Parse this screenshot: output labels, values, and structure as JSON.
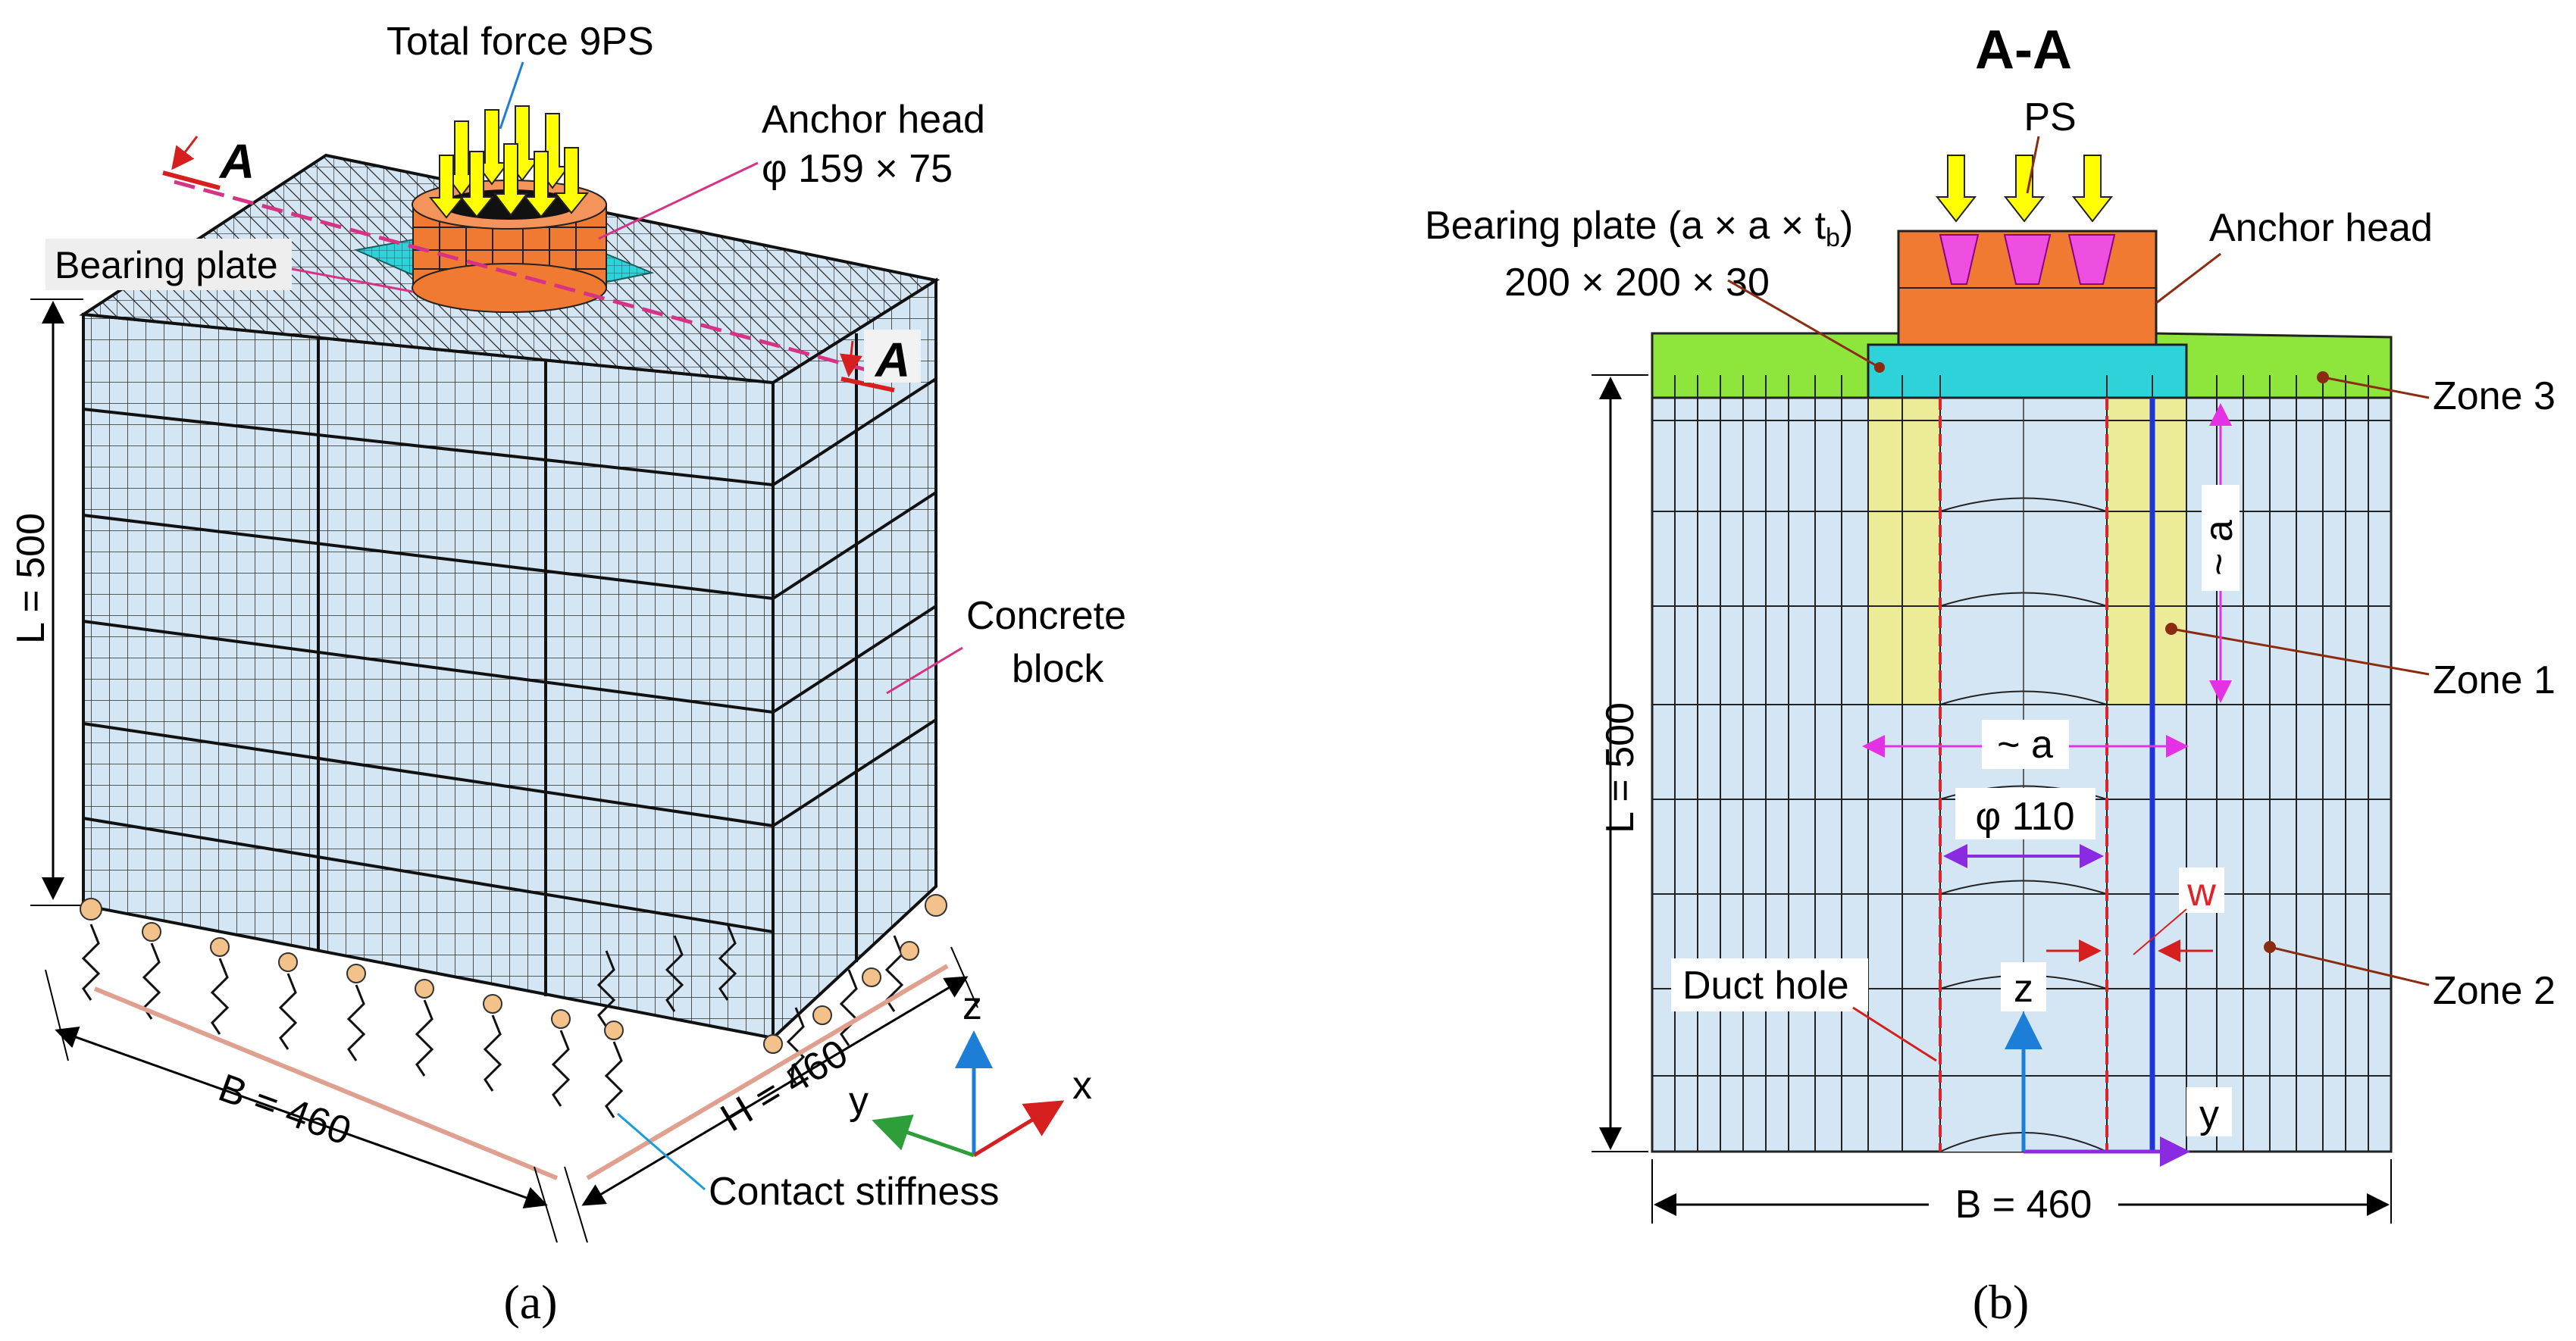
{
  "panel_a": {
    "caption": "(a)",
    "section_marker": "A",
    "labels": {
      "total_force": "Total force 9PS",
      "anchor_head": "Anchor head",
      "anchor_head_dim": "φ 159 × 75",
      "bearing_plate": "Bearing plate",
      "concrete_block_1": "Concrete",
      "concrete_block_2": "block",
      "length": "L = 500",
      "width_b": "B = 460",
      "height_h": "H = 460",
      "contact_stiffness": "Contact stiffness",
      "axis_x": "x",
      "axis_y": "y",
      "axis_z": "z"
    }
  },
  "panel_b": {
    "caption": "(b)",
    "title": "A-A",
    "labels": {
      "ps": "PS",
      "bearing_plate_1": "Bearing plate (a × a × t",
      "bearing_plate_sub": "b",
      "bearing_plate_close": ")",
      "bearing_plate_dim": "200 × 200 × 30",
      "anchor_head": "Anchor head",
      "zone_1": "Zone 1",
      "zone_2": "Zone 2",
      "zone_3": "Zone 3",
      "approx_a_vertical": "~ a",
      "approx_a_horizontal": "~ a",
      "duct_dim": "φ 110",
      "w": "w",
      "duct_hole": "Duct hole",
      "axis_z": "z",
      "axis_y": "y",
      "length": "L = 500",
      "width_b": "B = 460"
    }
  },
  "colors": {
    "concrete": "#d4e6f4",
    "anchor_head": "#f07a32",
    "bearing_plate": "#2ed3d9",
    "zone1": "#ecec98",
    "zone3": "#8ee63c",
    "force_arrow": "#ffff00",
    "wedge": "#ee4fe0",
    "dim_magenta": "#e431e4",
    "dim_purple": "#8a2be2",
    "duct_red": "#e0222a",
    "blue_line": "#1f34d6",
    "axis_z": "#1c7ed6",
    "axis_x": "#d61f1f",
    "axis_y": "#2e9e3a",
    "leader_brown": "#8b2b10",
    "ground": "#e0a090",
    "support_ball": "#f3c28a"
  }
}
